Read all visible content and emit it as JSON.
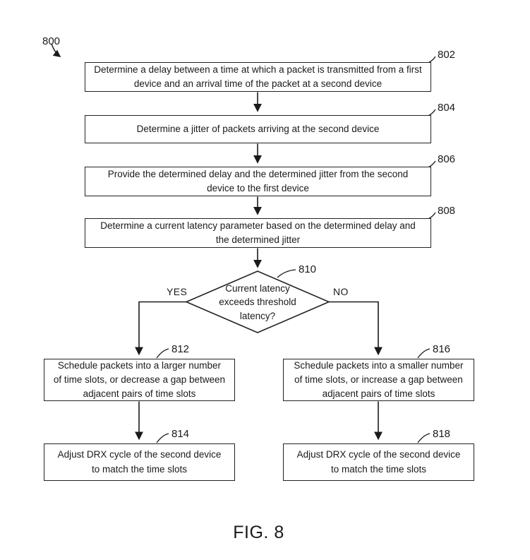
{
  "figure": {
    "caption": "FIG. 8",
    "diagram_ref": "800"
  },
  "nodes": {
    "box802": {
      "ref": "802",
      "text": "Determine a delay between a time at which a packet is transmitted from a first device and an arrival time of the packet at a second device"
    },
    "box804": {
      "ref": "804",
      "text": "Determine a jitter of packets arriving at the second device"
    },
    "box806": {
      "ref": "806",
      "text": "Provide the determined delay and the determined jitter from the second device to the first device"
    },
    "box808": {
      "ref": "808",
      "text": "Determine a current latency parameter based on the determined delay and the determined jitter"
    },
    "decision810": {
      "ref": "810",
      "text": "Current latency exceeds threshold latency?"
    },
    "box812": {
      "ref": "812",
      "text": "Schedule packets into a larger number of time slots, or decrease a gap between adjacent pairs of time slots"
    },
    "box814": {
      "ref": "814",
      "text": "Adjust DRX cycle of the second device to match the time slots"
    },
    "box816": {
      "ref": "816",
      "text": "Schedule packets into a smaller number of time slots, or increase a gap between adjacent pairs of time slots"
    },
    "box818": {
      "ref": "818",
      "text": "Adjust DRX cycle of the second device to match the time slots"
    }
  },
  "edges": {
    "yes_label": "YES",
    "no_label": "NO"
  },
  "colors": {
    "line": "#1a1a1a",
    "box_border": "#222222",
    "background": "#ffffff"
  }
}
